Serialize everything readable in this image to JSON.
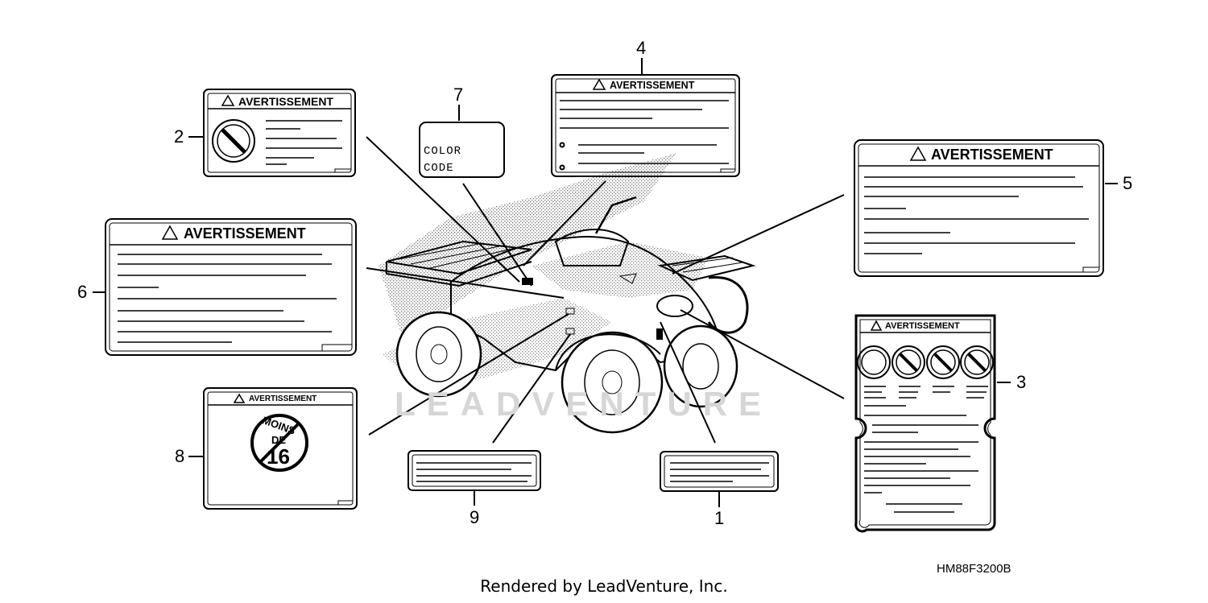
{
  "labels": {
    "warning_title": "AVERTISSEMENT",
    "color_code_line1": "COLOR",
    "color_code_line2": "CODE",
    "age_line1": "MOINS",
    "age_line2": "DE",
    "age_number": "16"
  },
  "callouts": [
    "1",
    "2",
    "3",
    "4",
    "5",
    "6",
    "7",
    "8",
    "9"
  ],
  "watermark": "LEADVENTURE",
  "part_code": "HM88F3200B",
  "footer": "Rendered by LeadVenture, Inc."
}
